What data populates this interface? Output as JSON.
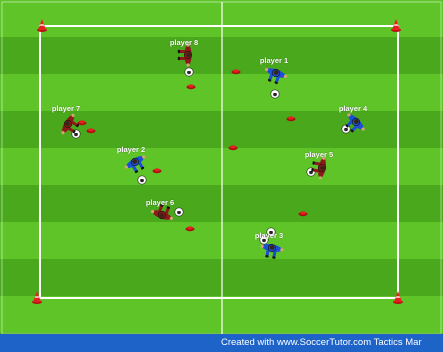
{
  "colors": {
    "grass_light": "#5ec427",
    "grass_dark": "#4aa81c",
    "line": "#ffffff",
    "team_red": "#8b1a1a",
    "team_blue": "#1a4fd6",
    "cone": "#e62020",
    "footer_bg": "#1e63c8"
  },
  "players": [
    {
      "label": "player 8",
      "team": "red"
    },
    {
      "label": "player 1",
      "team": "blue"
    },
    {
      "label": "player 7",
      "team": "red"
    },
    {
      "label": "player 4",
      "team": "blue"
    },
    {
      "label": "player 2",
      "team": "blue"
    },
    {
      "label": "player 5",
      "team": "red"
    },
    {
      "label": "player 6",
      "team": "red"
    },
    {
      "label": "player 3",
      "team": "blue"
    }
  ],
  "footer": {
    "credit": "Created with www.SoccerTutor.com Tactics Mar"
  }
}
